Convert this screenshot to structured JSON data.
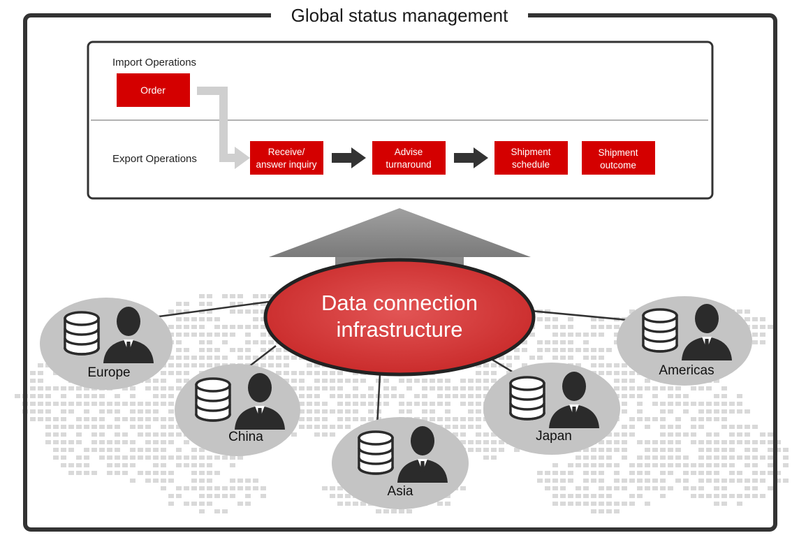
{
  "title": "Global status management",
  "operations": {
    "import_label": "Import Operations",
    "export_label": "Export Operations",
    "order_label": "Order",
    "steps": [
      {
        "line1": "Receive/",
        "line2": "answer inquiry"
      },
      {
        "line1": "Advise",
        "line2": "turnaround"
      },
      {
        "line1": "Shipment",
        "line2": "schedule"
      },
      {
        "line1": "Shipment",
        "line2": "outcome"
      }
    ]
  },
  "hub": {
    "line1": "Data connection",
    "line2": "infrastructure"
  },
  "regions": [
    {
      "name": "Europe"
    },
    {
      "name": "China"
    },
    {
      "name": "Asia"
    },
    {
      "name": "Japan"
    },
    {
      "name": "Americas"
    }
  ],
  "colors": {
    "accent_red": "#d40000",
    "hub_red": "#d93a3a",
    "frame": "#333333",
    "node_gray": "#c4c4c4",
    "icon_dark": "#2b2b2b",
    "map_gray": "#d4d4d4"
  },
  "icons": {
    "database": "database-icon",
    "person": "person-icon",
    "arrow": "arrow-right-icon",
    "up_arrow": "upward-arrow-icon"
  }
}
